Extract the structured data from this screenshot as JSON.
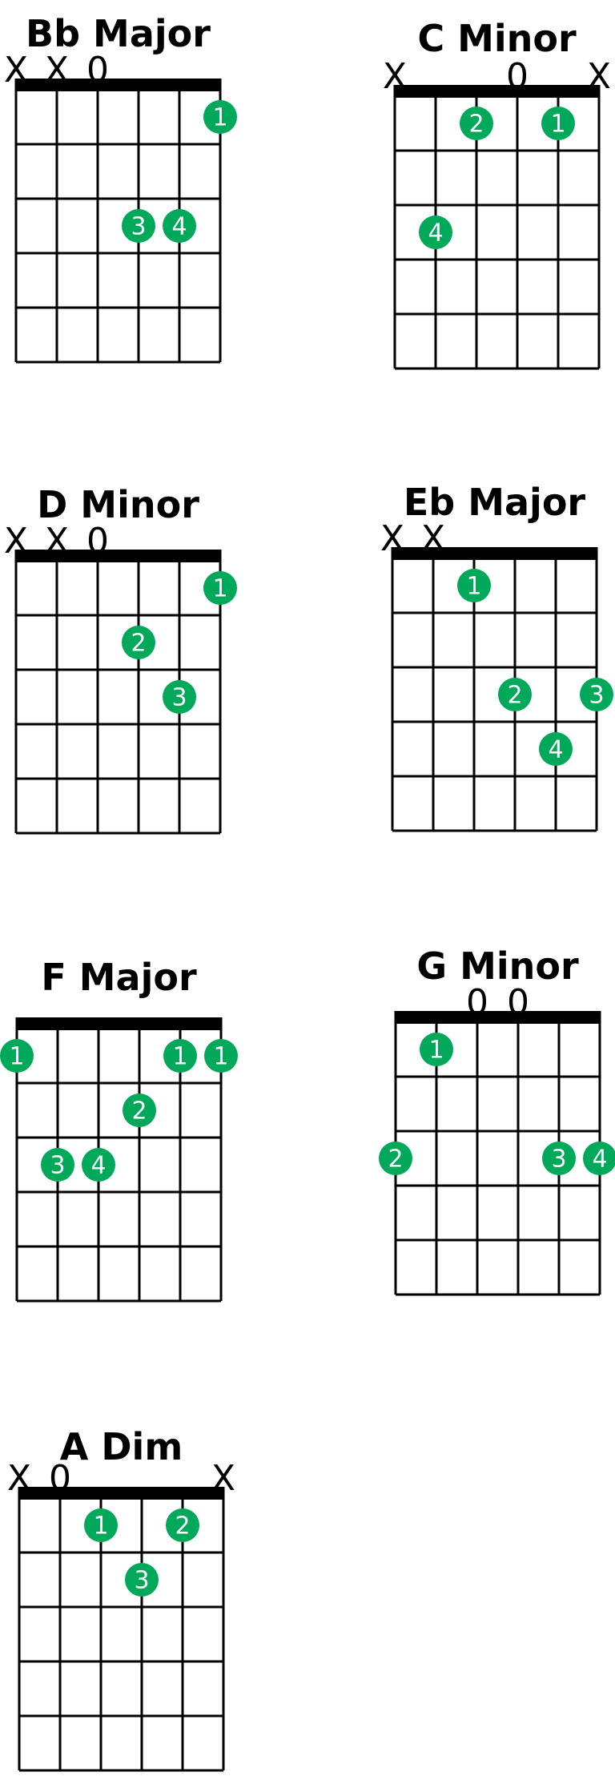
{
  "colors": {
    "dot": "#00a859",
    "line": "#000000",
    "finger_text": "#ffffff"
  },
  "chords": [
    {
      "name": "Bb Major",
      "markers": [
        "X",
        "X",
        "0",
        "",
        "",
        ""
      ],
      "fingers": [
        {
          "string": 6,
          "fret": 1,
          "label": "1"
        },
        {
          "string": 4,
          "fret": 3,
          "label": "3"
        },
        {
          "string": 5,
          "fret": 3,
          "label": "4"
        }
      ]
    },
    {
      "name": "C Minor",
      "markers": [
        "X",
        "",
        "",
        "0",
        "",
        "X"
      ],
      "fingers": [
        {
          "string": 3,
          "fret": 1,
          "label": "2"
        },
        {
          "string": 5,
          "fret": 1,
          "label": "1"
        },
        {
          "string": 2,
          "fret": 3,
          "label": "4"
        }
      ]
    },
    {
      "name": "D Minor",
      "markers": [
        "X",
        "X",
        "0",
        "",
        "",
        ""
      ],
      "fingers": [
        {
          "string": 6,
          "fret": 1,
          "label": "1"
        },
        {
          "string": 4,
          "fret": 2,
          "label": "2"
        },
        {
          "string": 5,
          "fret": 3,
          "label": "3"
        }
      ]
    },
    {
      "name": "Eb Major",
      "markers": [
        "X",
        "X",
        "",
        "",
        "",
        ""
      ],
      "fingers": [
        {
          "string": 3,
          "fret": 1,
          "label": "1"
        },
        {
          "string": 4,
          "fret": 3,
          "label": "2"
        },
        {
          "string": 6,
          "fret": 3,
          "label": "3"
        },
        {
          "string": 5,
          "fret": 4,
          "label": "4"
        }
      ]
    },
    {
      "name": "F Major",
      "markers": [
        "",
        "",
        "",
        "",
        "",
        ""
      ],
      "fingers": [
        {
          "string": 1,
          "fret": 1,
          "label": "1"
        },
        {
          "string": 5,
          "fret": 1,
          "label": "1"
        },
        {
          "string": 6,
          "fret": 1,
          "label": "1"
        },
        {
          "string": 4,
          "fret": 2,
          "label": "2"
        },
        {
          "string": 2,
          "fret": 3,
          "label": "3"
        },
        {
          "string": 3,
          "fret": 3,
          "label": "4"
        }
      ]
    },
    {
      "name": "G Minor",
      "markers": [
        "",
        "",
        "0",
        "0",
        "",
        ""
      ],
      "fingers": [
        {
          "string": 2,
          "fret": 1,
          "label": "1"
        },
        {
          "string": 1,
          "fret": 3,
          "label": "2"
        },
        {
          "string": 5,
          "fret": 3,
          "label": "3"
        },
        {
          "string": 6,
          "fret": 3,
          "label": "4"
        }
      ]
    },
    {
      "name": "A Dim",
      "markers": [
        "X",
        "0",
        "",
        "",
        "",
        "X"
      ],
      "fingers": [
        {
          "string": 3,
          "fret": 1,
          "label": "1"
        },
        {
          "string": 5,
          "fret": 1,
          "label": "2"
        },
        {
          "string": 4,
          "fret": 2,
          "label": "3"
        }
      ]
    }
  ]
}
